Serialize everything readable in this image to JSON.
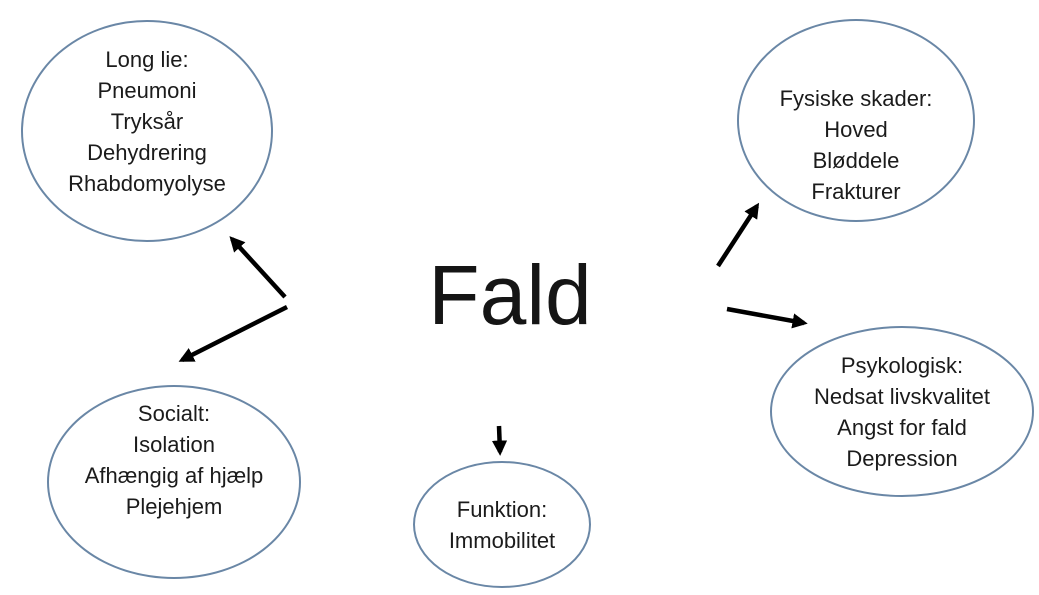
{
  "title": "Fald",
  "colors": {
    "ellipse_border": "#6a87a6",
    "text": "#1b1b1b",
    "arrow": "#000000",
    "background": "#ffffff"
  },
  "nodes": [
    {
      "id": "long-lie",
      "lines": [
        "Long lie:",
        "Pneumoni",
        "Tryksår",
        "Dehydrering",
        "Rhabdomyolyse"
      ]
    },
    {
      "id": "fysiske-skader",
      "lines": [
        "Fysiske skader:",
        "Hoved",
        "Bløddele",
        "Frakturer"
      ]
    },
    {
      "id": "psykologisk",
      "lines": [
        "Psykologisk:",
        "Nedsat livskvalitet",
        "Angst for fald",
        "Depression"
      ]
    },
    {
      "id": "socialt",
      "lines": [
        "Socialt:",
        "Isolation",
        "Afhængig af hjælp",
        "Plejehjem"
      ]
    },
    {
      "id": "funktion",
      "lines": [
        "Funktion:",
        "Immobilitet"
      ]
    }
  ]
}
